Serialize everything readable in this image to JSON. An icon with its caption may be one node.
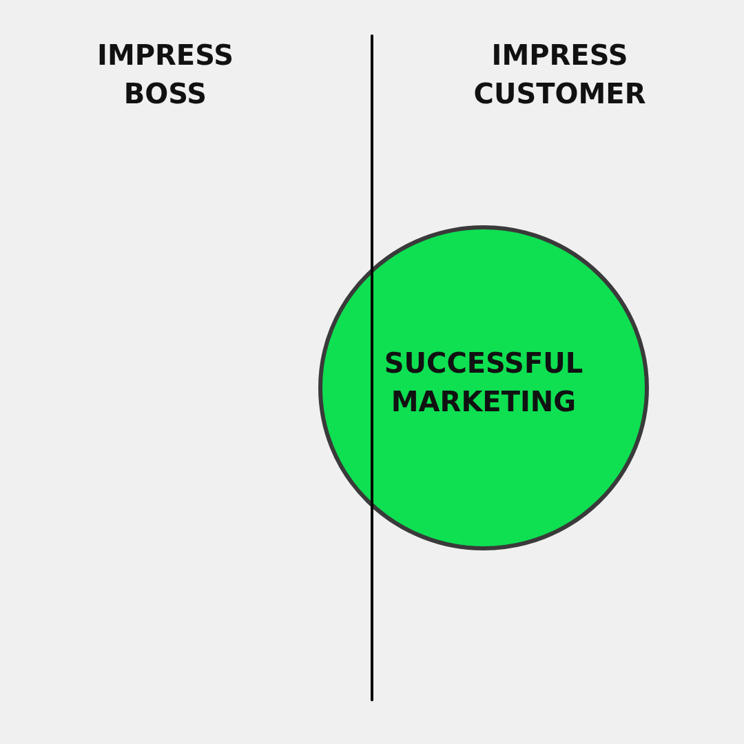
{
  "diagram": {
    "nodes": [
      {
        "text": [
          "SUCCESSFUL MARKETING"
        ]
      }
    ],
    "labels": [
      "IMPRESS BOSS",
      "IMPRESS CUSTOMER"
    ]
  }
}
